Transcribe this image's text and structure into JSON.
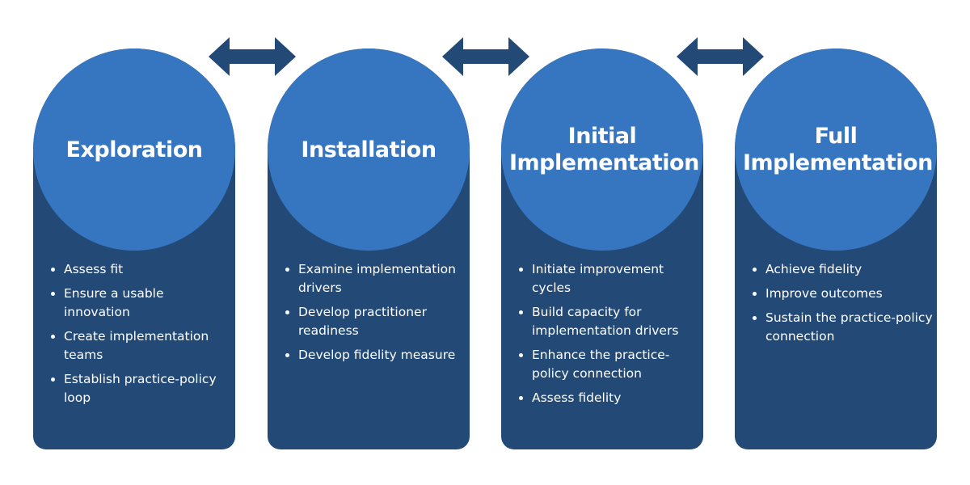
{
  "colors": {
    "column_background": "#234a77",
    "circle_background": "#3676c0",
    "arrow": "#234a77",
    "text": "#ffffff"
  },
  "phases": [
    {
      "title_lines": [
        "Exploration"
      ],
      "bullets": [
        "Assess fit",
        "Ensure a usable innovation",
        "Create implementation teams",
        "Establish practice-policy loop"
      ]
    },
    {
      "title_lines": [
        "Installation"
      ],
      "bullets": [
        "Examine implementation drivers",
        "Develop practitioner readiness",
        "Develop fidelity measure"
      ]
    },
    {
      "title_lines": [
        "Initial",
        "Implementation"
      ],
      "bullets": [
        "Initiate improvement cycles",
        "Build capacity for implementation drivers",
        "Enhance the practice-policy connection",
        "Assess fidelity"
      ]
    },
    {
      "title_lines": [
        "Full",
        "Implementation"
      ],
      "bullets": [
        "Achieve fidelity",
        "Improve outcomes",
        "Sustain the practice-policy connection"
      ]
    }
  ],
  "connectors": [
    {
      "icon": "double-arrow-icon"
    },
    {
      "icon": "double-arrow-icon"
    },
    {
      "icon": "double-arrow-icon"
    }
  ]
}
